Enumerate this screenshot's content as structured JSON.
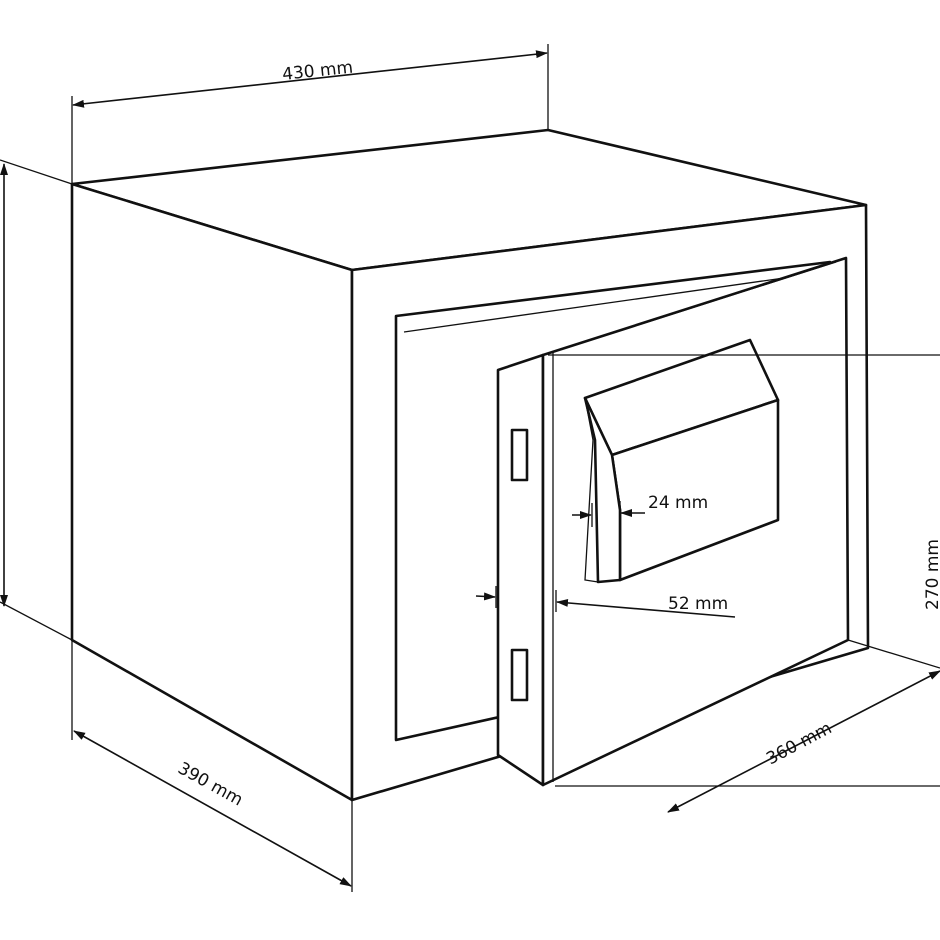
{
  "diagram": {
    "subject": "safe-with-open-door",
    "line_color": "#111111",
    "background": "#ffffff",
    "dimensions": {
      "width": "430 mm",
      "depth": "390 mm",
      "inner_depth": "360 mm",
      "inner_height": "270 mm",
      "handle_depth": "24 mm",
      "door_thickness": "52 mm"
    }
  }
}
